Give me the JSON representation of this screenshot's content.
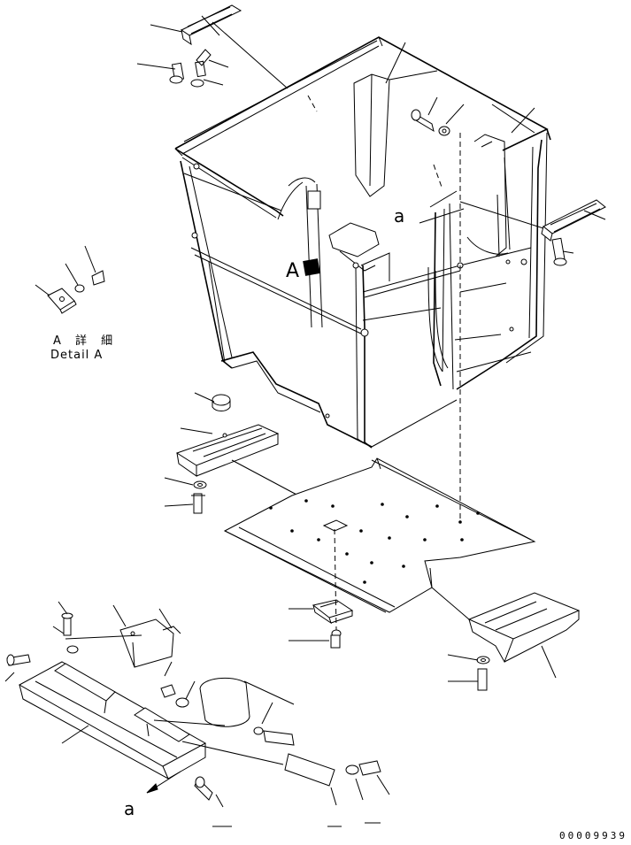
{
  "detail": {
    "japanese": "A 詳 細",
    "english": "Detail A"
  },
  "callouts": {
    "view_A": "A",
    "arrow_a_top": "a",
    "arrow_a_bottom": "a"
  },
  "document_number": "00009939"
}
